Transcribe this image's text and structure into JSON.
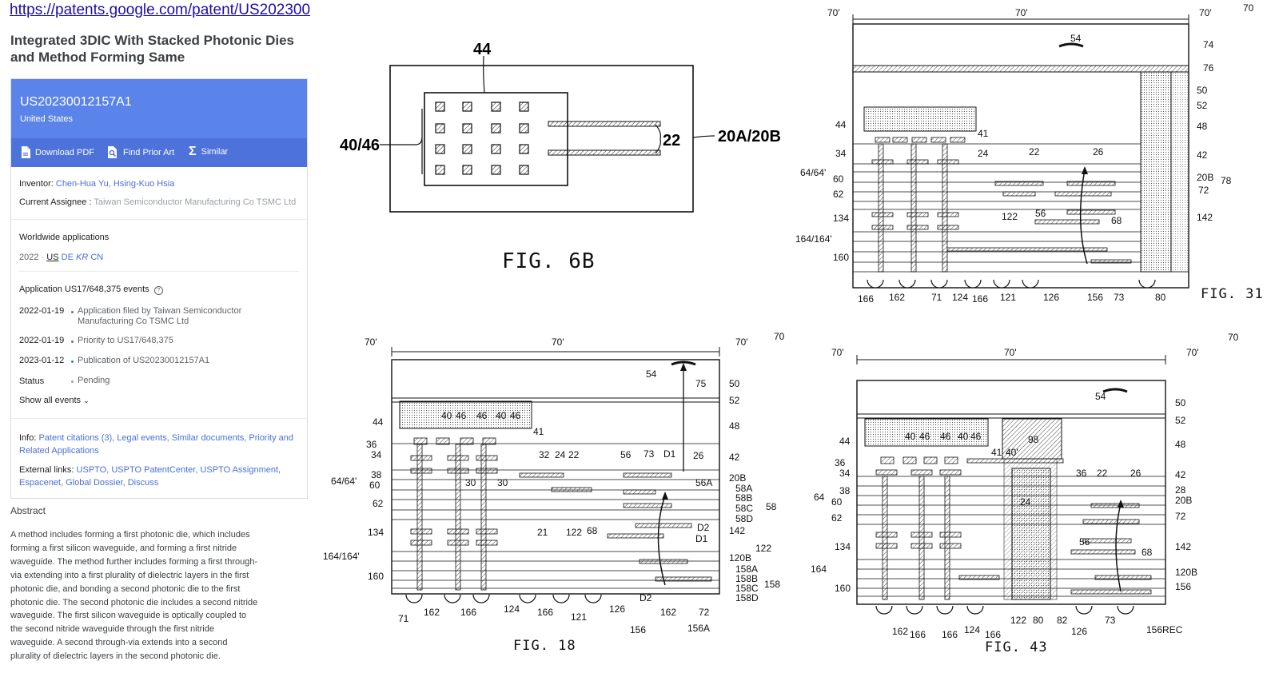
{
  "browser": {
    "url": "https://patents.google.com/patent/US202300"
  },
  "patent": {
    "title": "Integrated 3DIC With Stacked Photonic Dies and Method Forming Same",
    "number": "US20230012157A1",
    "country": "United States"
  },
  "actions": {
    "download": "Download PDF",
    "prior_art": "Find Prior Art",
    "similar": "Similar"
  },
  "people": {
    "inventor_label": "Inventor:",
    "inventors": "Chen-Hua Yu, Hsing-Kuo Hsia",
    "assignee_label": "Current Assignee :",
    "assignee": "Taiwan Semiconductor Manufacturing Co TSMC Ltd"
  },
  "worldwide": {
    "heading": "Worldwide applications",
    "year": "2022",
    "sep": "·",
    "countries": [
      "US",
      "DE",
      "KR",
      "CN"
    ]
  },
  "events": {
    "heading": "Application US17/648,375 events",
    "items": [
      {
        "date": "2022-01-19",
        "text": "Application filed by Taiwan Semiconductor Manufacturing Co TSMC Ltd"
      },
      {
        "date": "2022-01-19",
        "text": "Priority to US17/648,375"
      },
      {
        "date": "2023-01-12",
        "text": "Publication of US20230012157A1"
      },
      {
        "date": "Status",
        "text": "Pending"
      }
    ],
    "show_all": "Show all events"
  },
  "info": {
    "label": "Info:",
    "links": "Patent citations (3), Legal events, Similar documents, Priority and Related Applications",
    "ext_label": "External links:",
    "ext_links": "USPTO, USPTO PatentCenter, USPTO Assignment, Espacenet, Global Dossier, Discuss"
  },
  "abstract": {
    "heading": "Abstract",
    "text": "A method includes forming a first photonic die, which includes forming a first silicon waveguide, and forming a first nitride waveguide. The method further includes forming a first through-via extending into a first plurality of dielectric layers in the first photonic die, and bonding a second photonic die to the first photonic die. The second photonic die includes a second nitride waveguide. The first silicon waveguide is optically coupled to the second nitride waveguide through the first nitride waveguide. A second through-via extends into a second plurality of dielectric layers in the second photonic die."
  },
  "figures": {
    "fig6b": {
      "label": "FIG. 6B",
      "ref_44": "44",
      "ref_4046": "40/46",
      "ref_22": "22",
      "ref_20": "20A/20B"
    },
    "fig31": {
      "label": "FIG. 31",
      "top": [
        "70'",
        "70'",
        "70'",
        "70"
      ],
      "right": [
        "74",
        "76",
        "50",
        "52",
        "48",
        "42",
        "20B",
        "72",
        "78",
        "142"
      ],
      "left": [
        "44",
        "34",
        "64/64'",
        "60",
        "62",
        "134",
        "164/164'",
        "160"
      ],
      "inner": [
        "54",
        "41",
        "24",
        "22",
        "26",
        "122",
        "56",
        "68"
      ],
      "bottom": [
        "166",
        "162",
        "71",
        "124",
        "166",
        "121",
        "126",
        "156",
        "73",
        "80"
      ]
    },
    "fig18": {
      "label": "FIG. 18",
      "top": [
        "70'",
        "70'",
        "70'",
        "70"
      ],
      "right": [
        "50",
        "52",
        "48",
        "42",
        "20B",
        "58A",
        "58B",
        "58C",
        "58D",
        "58",
        "142",
        "122",
        "120B",
        "158A",
        "158B",
        "158C",
        "158D",
        "158"
      ],
      "left": [
        "44",
        "36",
        "34",
        "38",
        "64/64'",
        "60",
        "62",
        "134",
        "164/164'",
        "160"
      ],
      "inner": [
        "54",
        "75",
        "40",
        "46",
        "46",
        "40",
        "46",
        "41",
        "32",
        "24",
        "22",
        "56",
        "73",
        "D1",
        "26",
        "56A",
        "30",
        "30",
        "21",
        "122",
        "68",
        "D2",
        "D1",
        "D2"
      ],
      "bottom": [
        "71",
        "162",
        "166",
        "124",
        "166",
        "121",
        "126",
        "156",
        "162",
        "72",
        "156A"
      ]
    },
    "fig43": {
      "label": "FIG. 43",
      "top": [
        "70'",
        "70'",
        "70'",
        "70"
      ],
      "right": [
        "50",
        "52",
        "48",
        "42",
        "28",
        "20B",
        "72",
        "142",
        "120B",
        "156"
      ],
      "left": [
        "44",
        "36",
        "34",
        "38",
        "64",
        "60",
        "62",
        "134",
        "164",
        "160"
      ],
      "inner": [
        "54",
        "40",
        "46",
        "46",
        "40",
        "46",
        "41",
        "98",
        "40'",
        "36",
        "22",
        "26",
        "24",
        "56",
        "68"
      ],
      "bottom": [
        "162",
        "166",
        "166",
        "124",
        "166",
        "122",
        "80",
        "82",
        "126",
        "73",
        "156REC"
      ]
    }
  }
}
